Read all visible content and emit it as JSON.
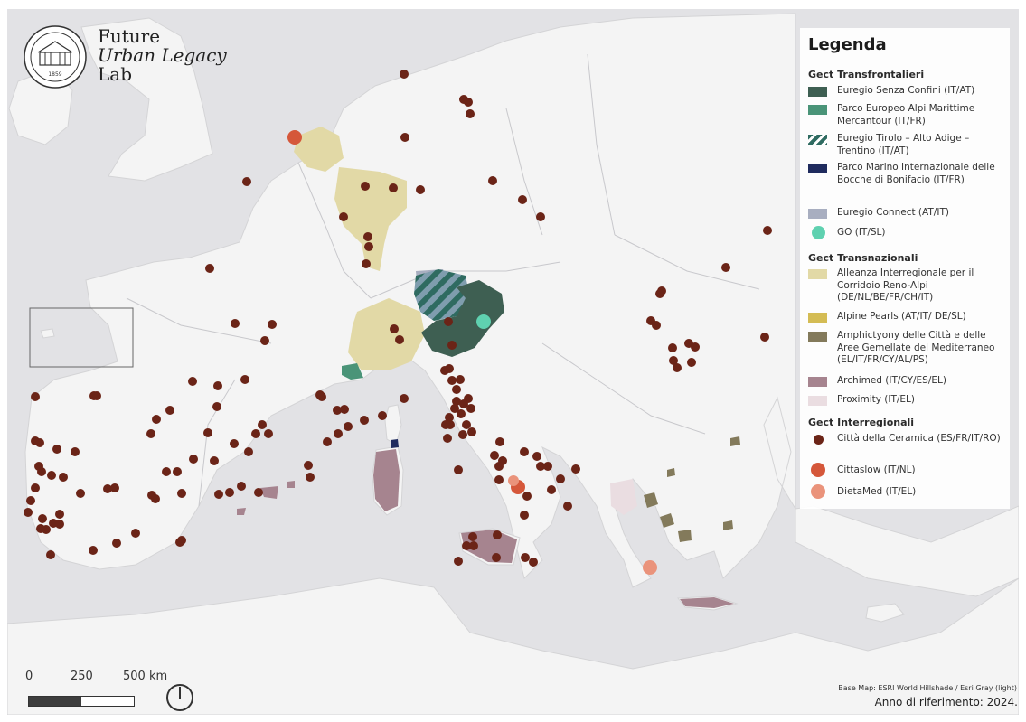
{
  "logo": {
    "line1": "Future",
    "line2": "Urban Legacy",
    "line3": "Lab",
    "seal_year": "1859"
  },
  "legend": {
    "title": "Legenda",
    "sections": [
      {
        "title": "Gect Transfrontalieri",
        "items": [
          {
            "label": "Euregio Senza Confini (IT/AT)",
            "color": "#3e5f52",
            "symbol": "fill"
          },
          {
            "label": "Parco Europeo Alpi Marittime Mercantour (IT/FR)",
            "color": "#4a9478",
            "symbol": "fill"
          },
          {
            "label": "Euregio Tirolo – Alto Adige – Trentino (IT/AT)",
            "color": "#2f6b61",
            "symbol": "hatch"
          },
          {
            "label": "Parco Marino Internazionale delle Bocche di Bonifacio (IT/FR)",
            "color": "#1f2b5e",
            "symbol": "fill"
          },
          {
            "label": "Euregio Connect (AT/IT)",
            "color": "#a8aec0",
            "symbol": "fill"
          },
          {
            "label": "GO (IT/SL)",
            "color": "#5fd1b0",
            "symbol": "circle"
          }
        ]
      },
      {
        "title": "Gect Transnazionali",
        "items": [
          {
            "label": "Alleanza Interregionale per il Corridoio Reno-Alpi (DE/NL/BE/FR/CH/IT)",
            "color": "#e2d9a6",
            "symbol": "fill"
          },
          {
            "label": "Alpine Pearls (AT/IT/ DE/SL)",
            "color": "#d4bc54",
            "symbol": "fill"
          },
          {
            "label": "Amphictyony delle Città e delle Aree Gemellate del Mediterraneo (EL/IT/FR/CY/AL/PS)",
            "color": "#837a5b",
            "symbol": "fill"
          },
          {
            "label": "Archimed (IT/CY/ES/EL)",
            "color": "#a6848f",
            "symbol": "fill"
          },
          {
            "label": "Proximity (IT/EL)",
            "color": "#eadde1",
            "symbol": "fill"
          }
        ]
      },
      {
        "title": "Gect Interregionali",
        "items": [
          {
            "label": "Città della Ceramica (ES/FR/IT/RO)",
            "color": "#6b2417",
            "symbol": "circle"
          },
          {
            "label": "Cittaslow (IT/NL)",
            "color": "#d5573a",
            "symbol": "circle"
          },
          {
            "label": "DietaMed (IT/EL)",
            "color": "#ea937b",
            "symbol": "circle"
          }
        ]
      }
    ]
  },
  "scale": {
    "label_0": "0",
    "label_250": "250",
    "label_500": "500 km"
  },
  "credits": {
    "basemap": "Base Map: ESRI World Hillshade / Esri Gray (light)",
    "reference_year": "Anno di riferimento: 2024."
  },
  "colors": {
    "land": "#f4f4f4",
    "sea": "#e2e2e5",
    "border": "#c9c9c9"
  }
}
